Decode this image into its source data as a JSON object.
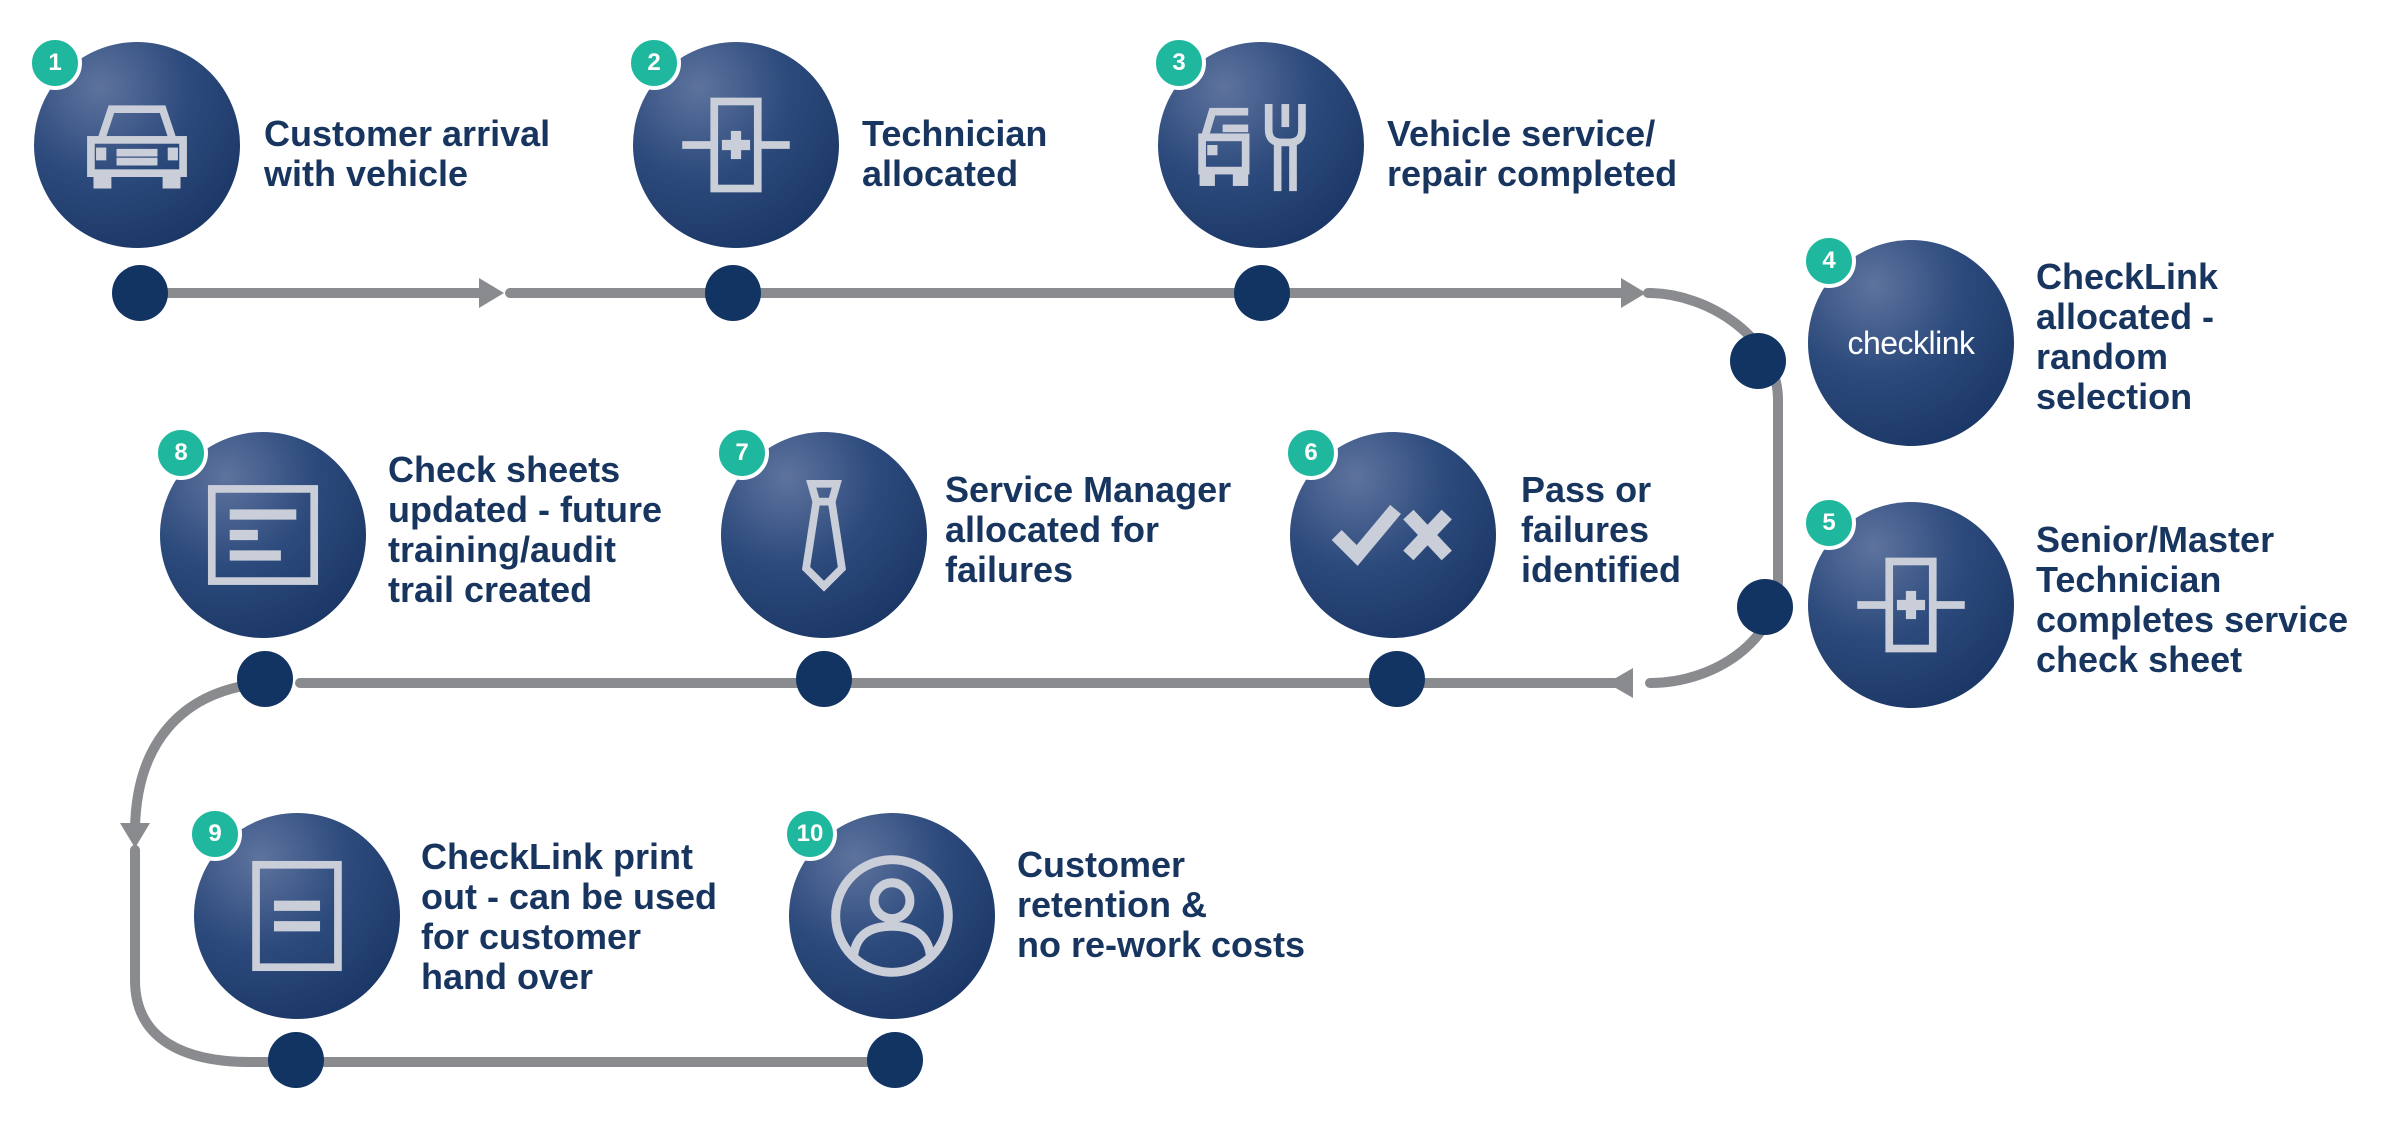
{
  "steps": [
    {
      "number": "1",
      "label": "Customer arrival\nwith vehicle",
      "icon": "car-icon"
    },
    {
      "number": "2",
      "label": "Technician\nallocated",
      "icon": "technician-icon"
    },
    {
      "number": "3",
      "label": "Vehicle service/\nrepair completed",
      "icon": "car-wrench-icon"
    },
    {
      "number": "4",
      "label": "CheckLink\nallocated -\nrandom\nselection",
      "icon": "checklink-logo",
      "logo_text": "checklink"
    },
    {
      "number": "5",
      "label": "Senior/Master\nTechnician\ncompletes service\ncheck sheet",
      "icon": "technician-icon"
    },
    {
      "number": "6",
      "label": "Pass or\nfailures\nidentified",
      "icon": "check-cross-icon"
    },
    {
      "number": "7",
      "label": "Service Manager\nallocated for\nfailures",
      "icon": "tie-icon"
    },
    {
      "number": "8",
      "label": "Check sheets\nupdated - future\ntraining/audit\ntrail created",
      "icon": "document-lines-icon"
    },
    {
      "number": "9",
      "label": "CheckLink print\nout - can be used\nfor customer\nhand over",
      "icon": "printout-icon"
    },
    {
      "number": "10",
      "label": "Customer\nretention &\nno re-work costs",
      "icon": "person-icon"
    }
  ],
  "colors": {
    "path": "#8a8b8f",
    "node": "#123463",
    "circle_dark": "#132e5c",
    "circle_light": "#5e739e",
    "badge": "#1fb89e",
    "label": "#17355f",
    "icon": "#c9ced8"
  }
}
